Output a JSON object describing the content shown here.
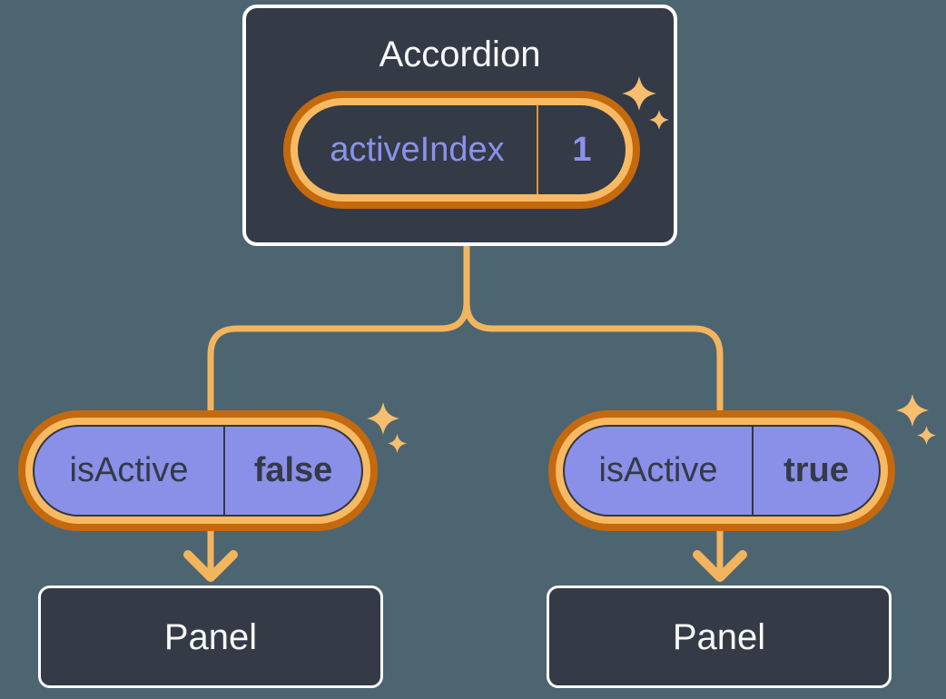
{
  "diagram": {
    "accordion": {
      "title": "Accordion",
      "pill": {
        "label": "activeIndex",
        "value": "1"
      }
    },
    "left": {
      "pill": {
        "label": "isActive",
        "value": "false"
      },
      "panel_title": "Panel"
    },
    "right": {
      "pill": {
        "label": "isActive",
        "value": "true"
      },
      "panel_title": "Panel"
    }
  },
  "icons": {
    "sparkle": "sparkle-icon"
  },
  "colors": {
    "background": "#4D6570",
    "node_bg": "#343A46",
    "node_border": "#FFFFFF",
    "node_text": "#F6F7F9",
    "purple_text": "#8A92EC",
    "pill_fill": "#8A90E8",
    "pill_border": "#32363D",
    "pill_text": "#343A46",
    "ring_outer": "#C4690E",
    "ring_inner": "#F7BA63",
    "sep_orange": "#DE9638",
    "connector": "#F2B55E",
    "sparkle": "#F6BE6E"
  }
}
